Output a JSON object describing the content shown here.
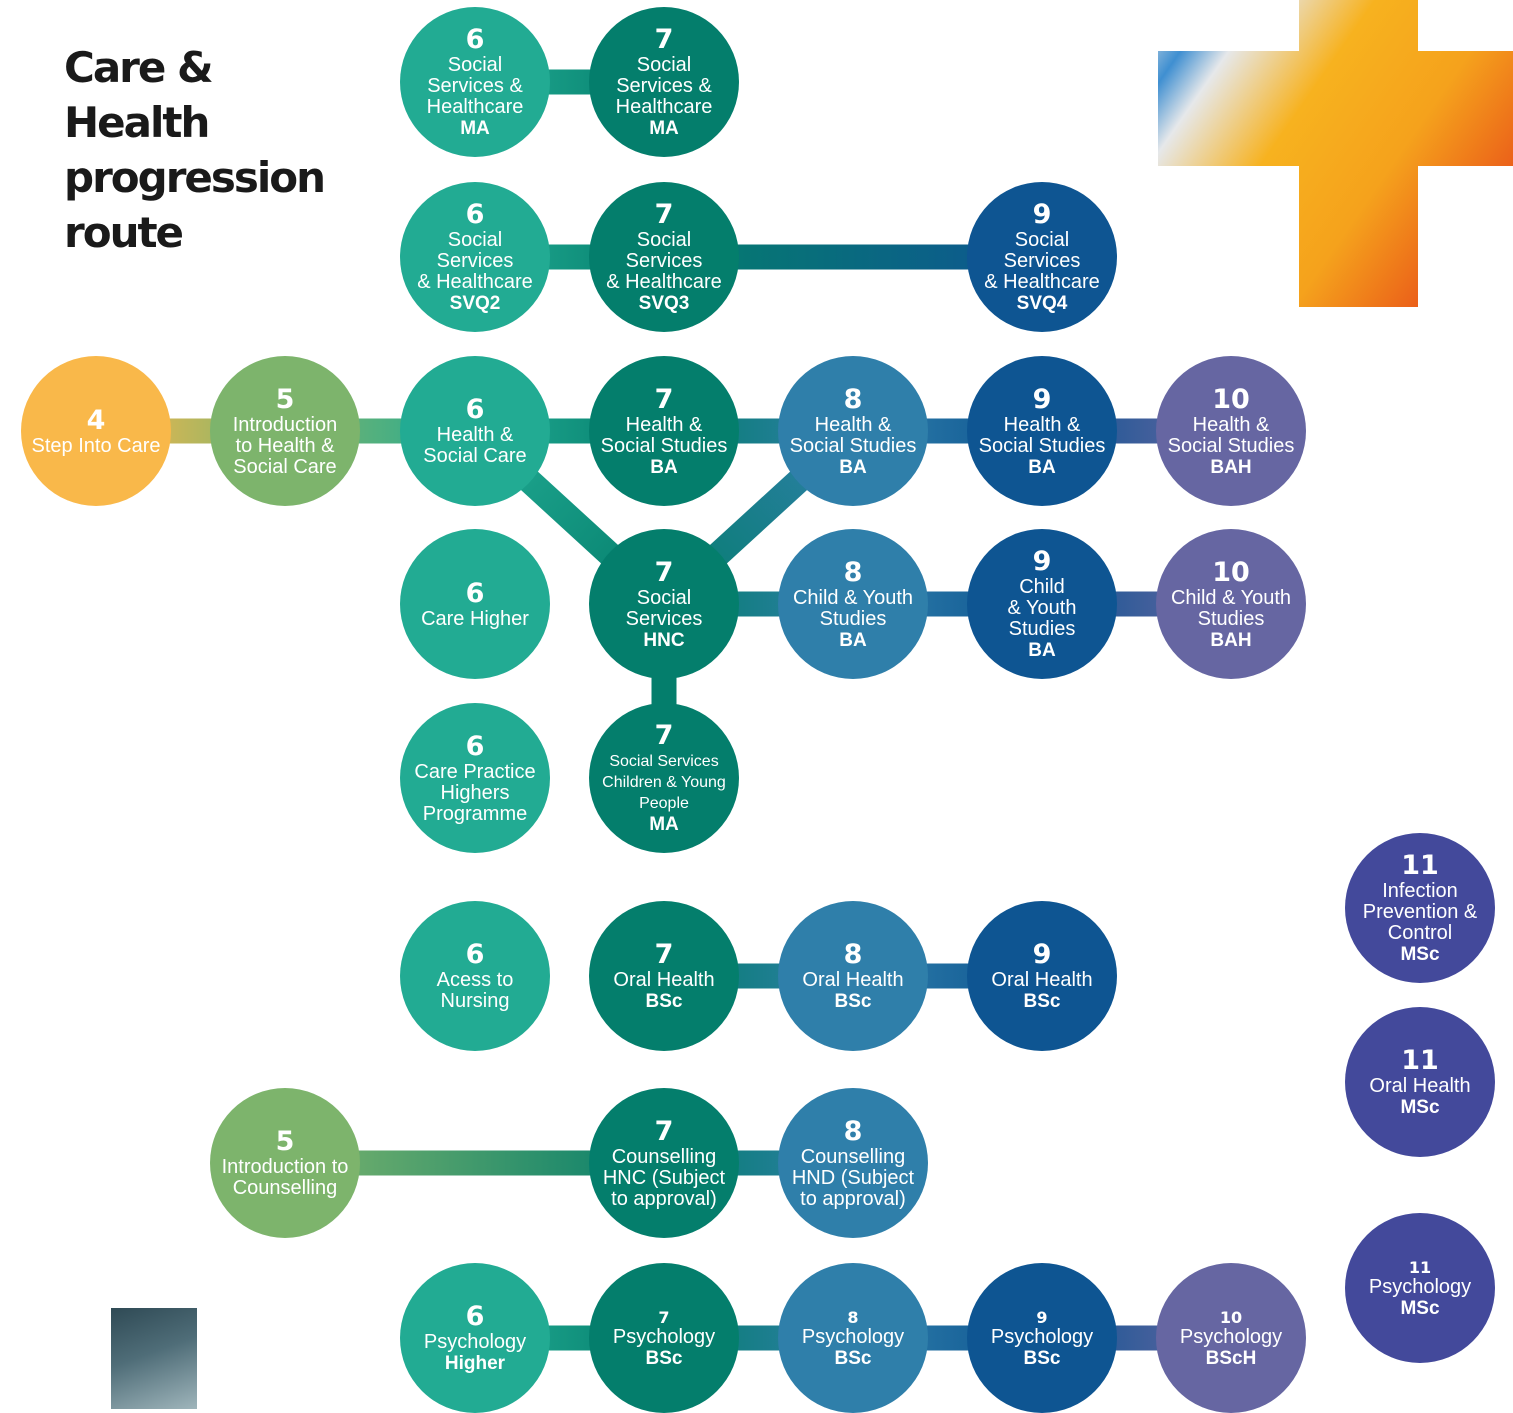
{
  "title_lines": [
    "Care &",
    "Health",
    "progression",
    "route"
  ],
  "colors": {
    "level4": "#f9b84a",
    "level5": "#7db46c",
    "level6": "#22ab93",
    "level7": "#047e6c",
    "level8": "#2f7faa",
    "level9": "#0e5592",
    "level10": "#6666a2",
    "level11": "#43499b"
  },
  "nodes": [
    {
      "id": "ssh-ma-6",
      "level": "6",
      "lines": "Social\nServices &\nHealthcare",
      "qual": "MA"
    },
    {
      "id": "ssh-ma-7",
      "level": "7",
      "lines": "Social\nServices &\nHealthcare",
      "qual": "MA"
    },
    {
      "id": "svq2",
      "level": "6",
      "lines": "Social\nServices\n& Healthcare",
      "qual": "SVQ2"
    },
    {
      "id": "svq3",
      "level": "7",
      "lines": "Social\nServices\n& Healthcare",
      "qual": "SVQ3"
    },
    {
      "id": "svq4",
      "level": "9",
      "lines": "Social\nServices\n& Healthcare",
      "qual": "SVQ4"
    },
    {
      "id": "step-into-care",
      "level": "4",
      "lines": "Step Into Care",
      "qual": ""
    },
    {
      "id": "intro-hsc",
      "level": "5",
      "lines": "Introduction\nto Health &\nSocial Care",
      "qual": ""
    },
    {
      "id": "hsc-6",
      "level": "6",
      "lines": "Health &\nSocial Care",
      "qual": ""
    },
    {
      "id": "hss-ba-7",
      "level": "7",
      "lines": "Health &\nSocial Studies",
      "qual": "BA"
    },
    {
      "id": "hss-ba-8",
      "level": "8",
      "lines": "Health &\nSocial Studies",
      "qual": "BA"
    },
    {
      "id": "hss-ba-9",
      "level": "9",
      "lines": "Health &\nSocial Studies",
      "qual": "BA"
    },
    {
      "id": "hss-bah-10",
      "level": "10",
      "lines": "Health &\nSocial Studies",
      "qual": "BAH"
    },
    {
      "id": "care-higher",
      "level": "6",
      "lines": "Care Higher",
      "qual": ""
    },
    {
      "id": "ss-hnc",
      "level": "7",
      "lines": "Social\nServices",
      "qual": "HNC"
    },
    {
      "id": "cys-ba-8",
      "level": "8",
      "lines": "Child & Youth\nStudies",
      "qual": "BA"
    },
    {
      "id": "cys-ba-9",
      "level": "9",
      "lines": "Child\n& Youth\nStudies",
      "qual": "BA"
    },
    {
      "id": "cys-bah-10",
      "level": "10",
      "lines": "Child & Youth\nStudies",
      "qual": "BAH"
    },
    {
      "id": "care-practice",
      "level": "6",
      "lines": "Care Practice\nHighers\nProgramme",
      "qual": ""
    },
    {
      "id": "sscyp-ma",
      "level": "7",
      "lines": "Social Services\nChildren & Young\nPeople",
      "qual": "MA"
    },
    {
      "id": "access-nursing",
      "level": "6",
      "lines": "Acess to\nNursing",
      "qual": ""
    },
    {
      "id": "oral-bsc-7",
      "level": "7",
      "lines": "Oral Health",
      "qual": "BSc"
    },
    {
      "id": "oral-bsc-8",
      "level": "8",
      "lines": "Oral Health",
      "qual": "BSc"
    },
    {
      "id": "oral-bsc-9",
      "level": "9",
      "lines": "Oral Health",
      "qual": "BSc"
    },
    {
      "id": "intro-counselling",
      "level": "5",
      "lines": "Introduction to\nCounselling",
      "qual": ""
    },
    {
      "id": "counselling-hnc",
      "level": "7",
      "lines": "Counselling\nHNC (Subject\nto approval)",
      "qual": ""
    },
    {
      "id": "counselling-hnd",
      "level": "8",
      "lines": "Counselling\nHND (Subject\nto approval)",
      "qual": ""
    },
    {
      "id": "psych-higher",
      "level": "6",
      "lines": "Psychology",
      "qual": "Higher"
    },
    {
      "id": "psych-bsc-7",
      "level": "7",
      "lines": "Psychology",
      "qual": "BSc"
    },
    {
      "id": "psych-bsc-8",
      "level": "8",
      "lines": "Psychology",
      "qual": "BSc"
    },
    {
      "id": "psych-bsc-9",
      "level": "9",
      "lines": "Psychology",
      "qual": "BSc"
    },
    {
      "id": "psych-bsch-10",
      "level": "10",
      "lines": "Psychology",
      "qual": "BScH"
    },
    {
      "id": "ipc-msc",
      "level": "11",
      "lines": "Infection\nPrevention &\nControl",
      "qual": "MSc"
    },
    {
      "id": "oral-msc",
      "level": "11",
      "lines": "Oral Health",
      "qual": "MSc"
    },
    {
      "id": "psych-msc",
      "level": "11",
      "lines": "Psychology",
      "qual": "MSc"
    }
  ],
  "links": [
    [
      "ssh-ma-6",
      "ssh-ma-7"
    ],
    [
      "svq2",
      "svq3"
    ],
    [
      "svq3",
      "svq4"
    ],
    [
      "step-into-care",
      "intro-hsc"
    ],
    [
      "intro-hsc",
      "hsc-6"
    ],
    [
      "hsc-6",
      "hss-ba-7"
    ],
    [
      "hss-ba-7",
      "hss-ba-8"
    ],
    [
      "hss-ba-8",
      "hss-ba-9"
    ],
    [
      "hss-ba-9",
      "hss-bah-10"
    ],
    [
      "hsc-6",
      "ss-hnc"
    ],
    [
      "ss-hnc",
      "hss-ba-8"
    ],
    [
      "ss-hnc",
      "cys-ba-8"
    ],
    [
      "cys-ba-8",
      "cys-ba-9"
    ],
    [
      "cys-ba-9",
      "cys-bah-10"
    ],
    [
      "ss-hnc",
      "sscyp-ma"
    ],
    [
      "oral-bsc-7",
      "oral-bsc-8"
    ],
    [
      "oral-bsc-8",
      "oral-bsc-9"
    ],
    [
      "intro-counselling",
      "counselling-hnc"
    ],
    [
      "counselling-hnc",
      "counselling-hnd"
    ],
    [
      "psych-higher",
      "psych-bsc-7"
    ],
    [
      "psych-bsc-7",
      "psych-bsc-8"
    ],
    [
      "psych-bsc-8",
      "psych-bsc-9"
    ],
    [
      "psych-bsc-9",
      "psych-bsch-10"
    ]
  ]
}
